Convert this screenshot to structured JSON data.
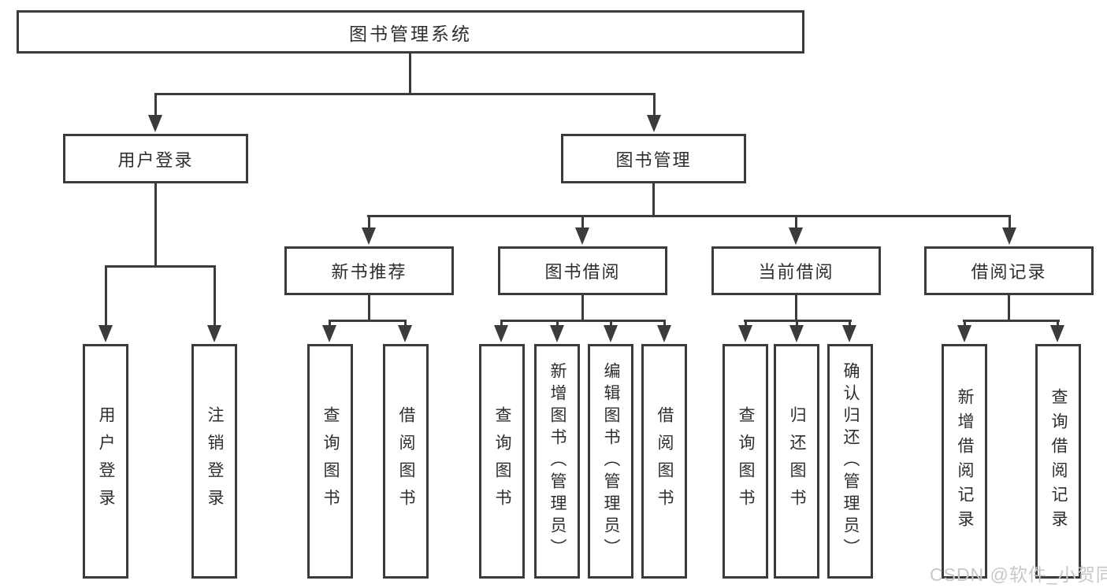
{
  "root": {
    "label": "图书管理系统"
  },
  "login": {
    "label": "用户登录",
    "children": [
      {
        "label": "用户登录"
      },
      {
        "label": "注销登录"
      }
    ]
  },
  "mgmt": {
    "label": "图书管理",
    "groups": [
      {
        "label": "新书推荐",
        "children": [
          {
            "label": "查询图书"
          },
          {
            "label": "借阅图书"
          }
        ]
      },
      {
        "label": "图书借阅",
        "children": [
          {
            "label": "查询图书"
          },
          {
            "label": "新增图书（管理员）"
          },
          {
            "label": "编辑图书（管理员）"
          },
          {
            "label": "借阅图书"
          }
        ]
      },
      {
        "label": "当前借阅",
        "children": [
          {
            "label": "查询图书"
          },
          {
            "label": "归还图书"
          },
          {
            "label": "确认归还（管理员）"
          }
        ]
      },
      {
        "label": "借阅记录",
        "children": [
          {
            "label": "新增借阅记录"
          },
          {
            "label": "查询借阅记录"
          }
        ]
      }
    ]
  },
  "watermark": {
    "text": "CSDN @软件_小贺同学"
  },
  "colors": {
    "line": "#3b3b3b",
    "text": "#2e2e2e",
    "watermark": "#c7c7c7",
    "background": "#ffffff"
  }
}
